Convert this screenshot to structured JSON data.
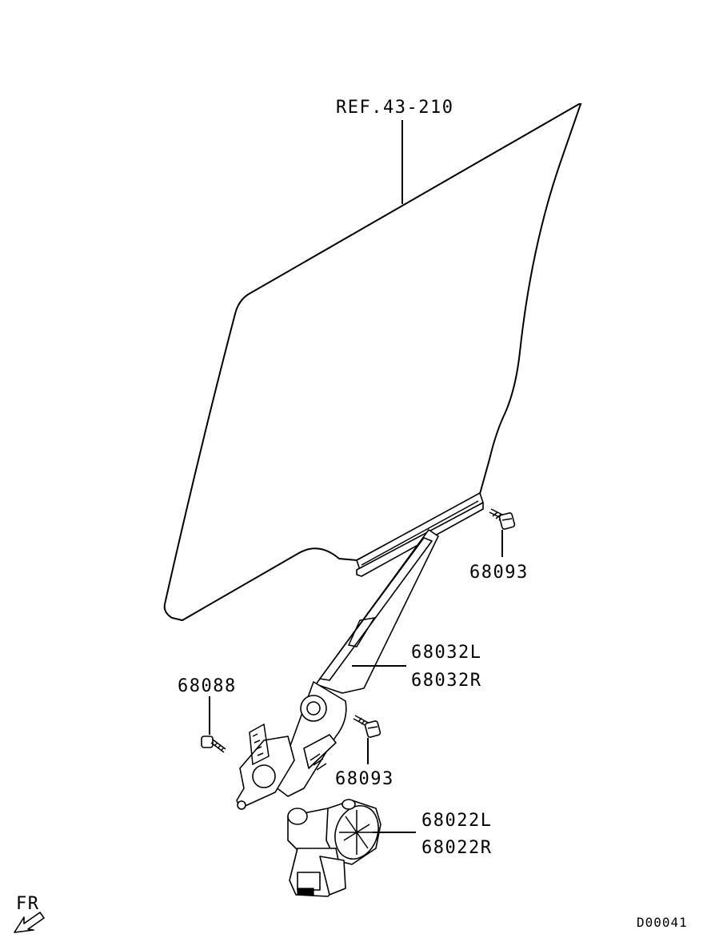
{
  "labels": {
    "glass_ref": "REF.43-210",
    "bolt_upper": "68093",
    "regulator_left": "68032L",
    "regulator_right": "68032R",
    "screw": "68088",
    "bolt_lower": "68093",
    "motor_left": "68022L",
    "motor_right": "68022R",
    "direction": "FR",
    "diagram_id": "D00041"
  }
}
